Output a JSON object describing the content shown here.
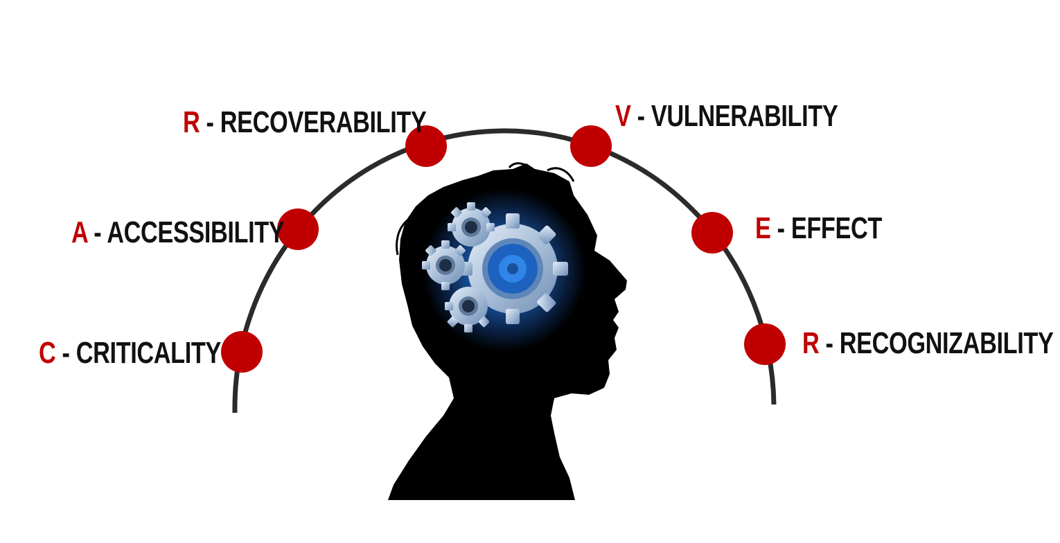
{
  "items": [
    {
      "letter": "C",
      "separator": " - ",
      "word": "CRITICALITY"
    },
    {
      "letter": "A",
      "separator": " - ",
      "word": "ACCESSIBILITY"
    },
    {
      "letter": "R",
      "separator": " - ",
      "word": "RECOVERABILITY"
    },
    {
      "letter": "V",
      "separator": " - ",
      "word": "VULNERABILITY"
    },
    {
      "letter": "E",
      "separator": " - ",
      "word": "EFFECT"
    },
    {
      "letter": "R",
      "separator": " - ",
      "word": "RECOGNIZABILITY"
    }
  ],
  "colors": {
    "accent": "#c00000",
    "text": "#111111",
    "arc": "#2b2b2b",
    "silhouette": "#000000",
    "gear": "#9fb8d6",
    "glow": "#1a5fb4"
  },
  "icons": [
    "head-silhouette-icon",
    "gears-icon"
  ]
}
